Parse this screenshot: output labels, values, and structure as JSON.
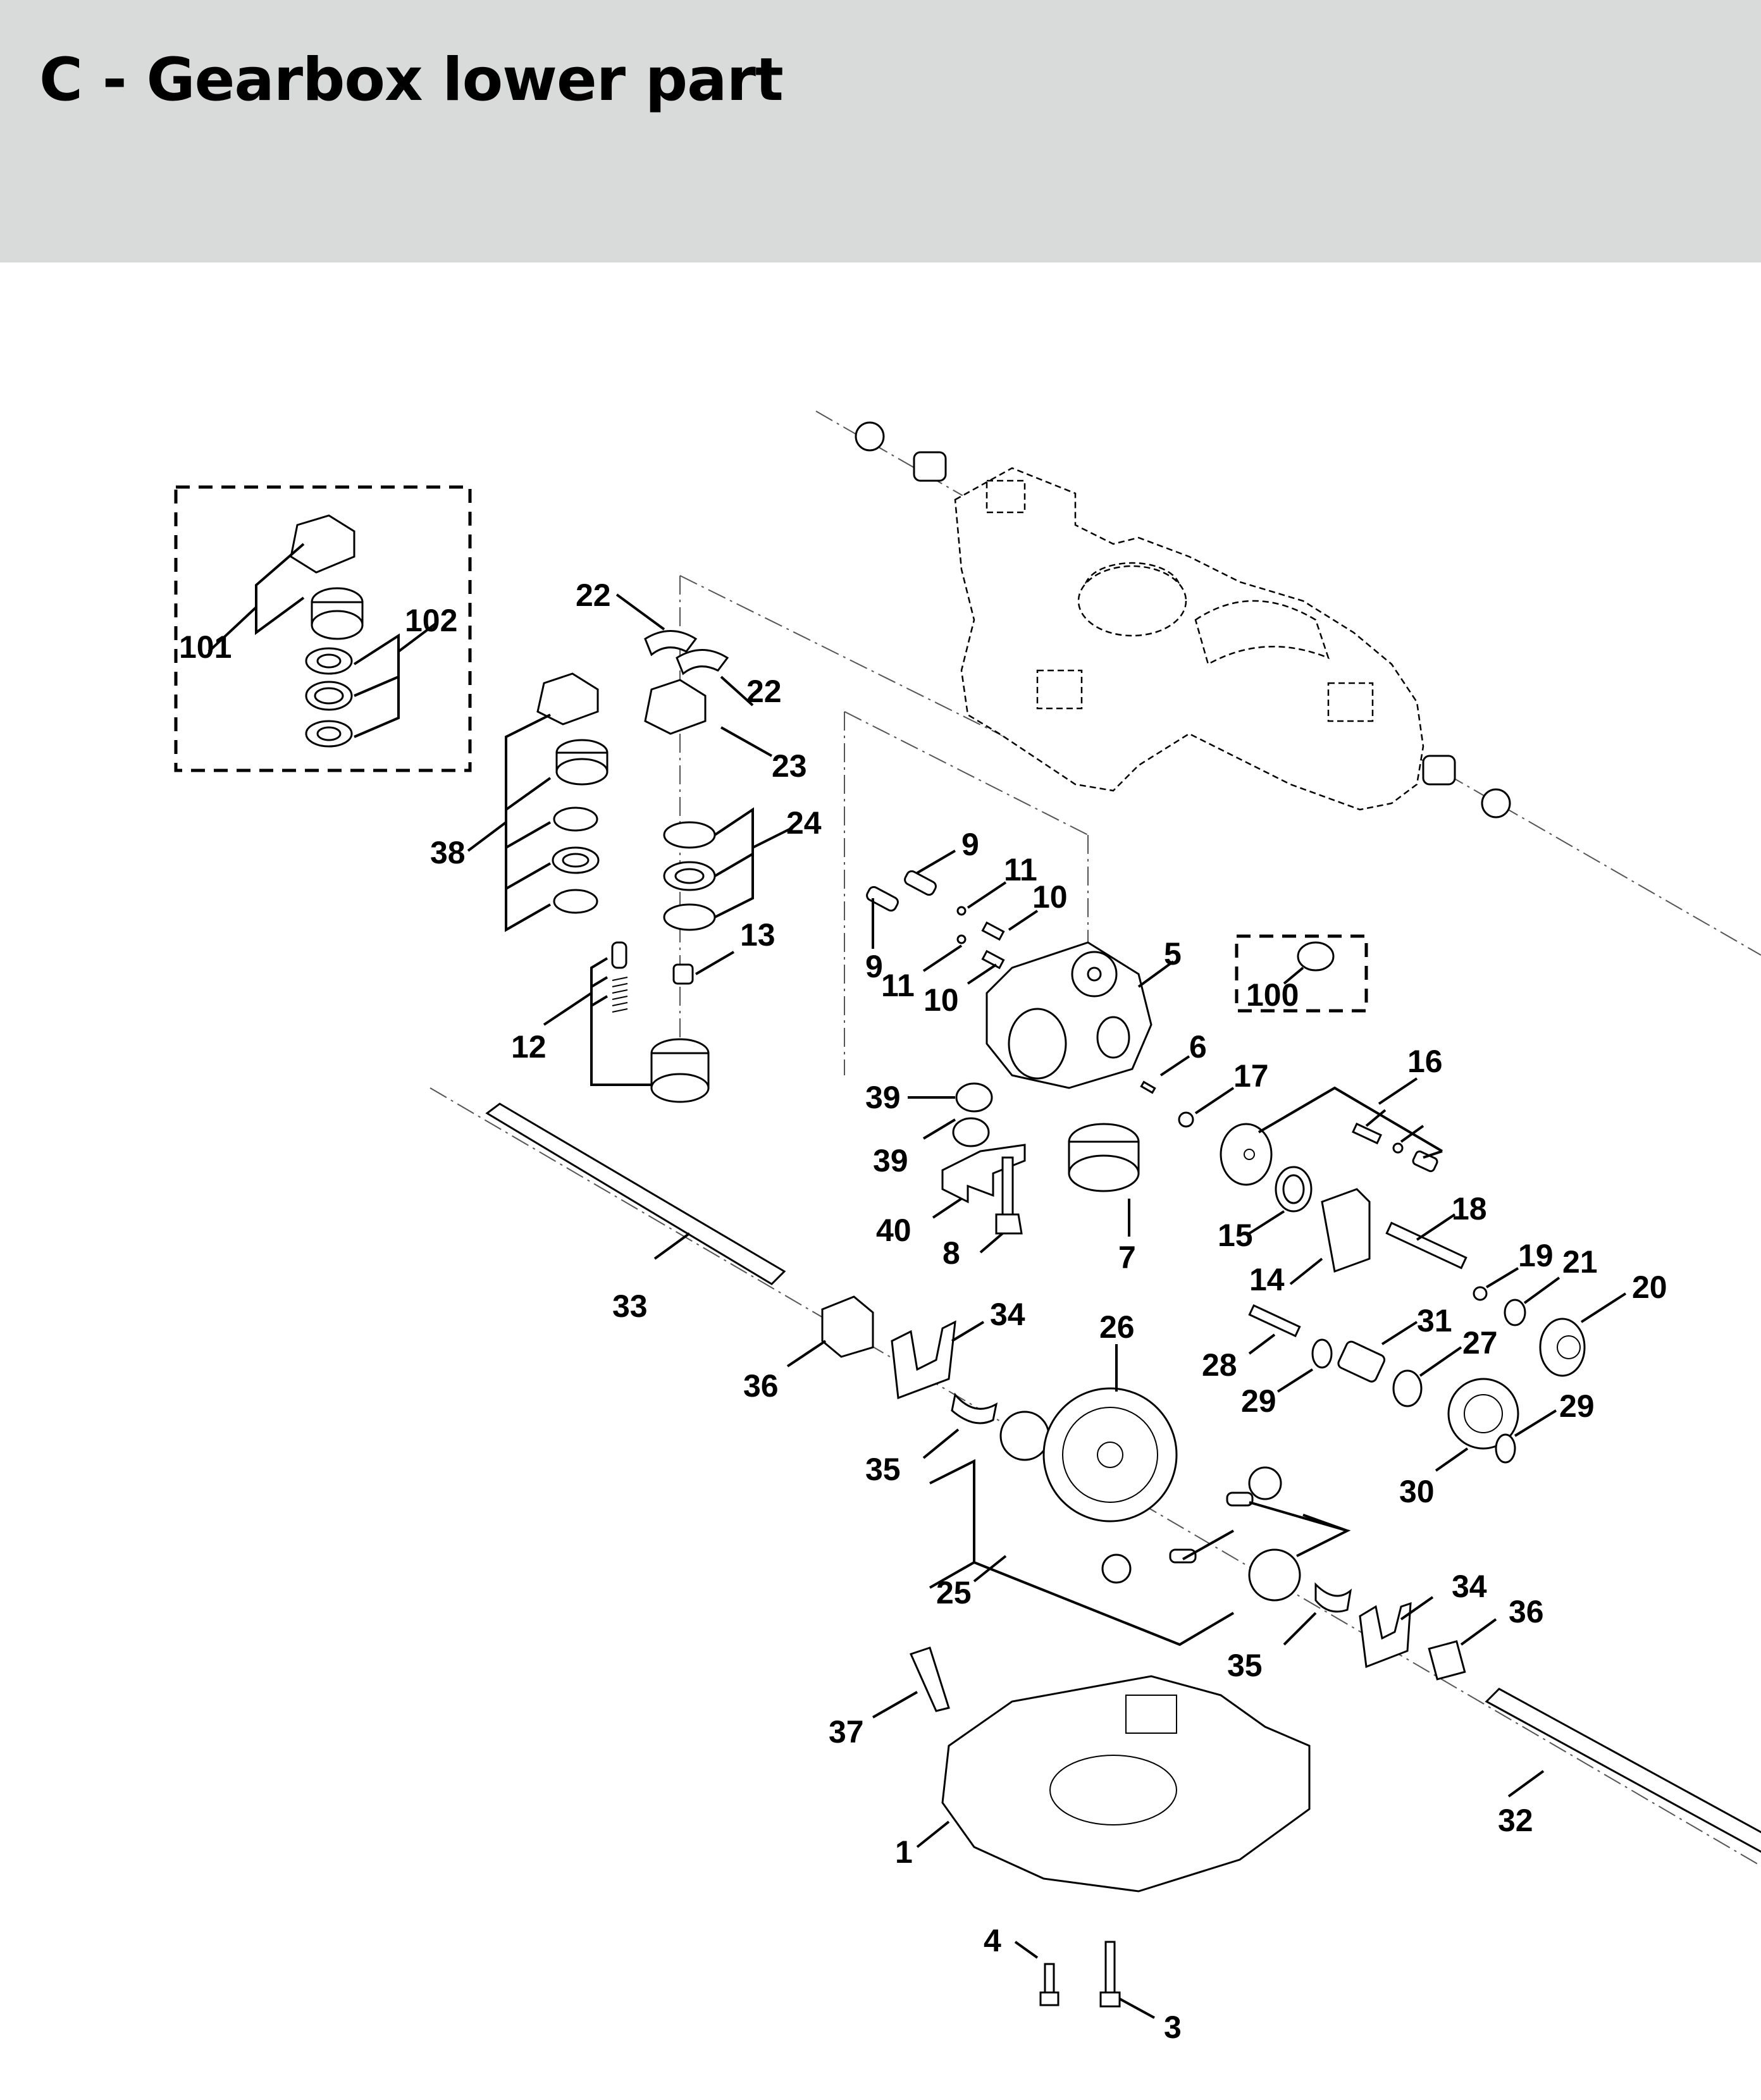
{
  "header": {
    "title": "C - Gearbox lower part",
    "background": "#d9dbda"
  },
  "diagram": {
    "type": "exploded-parts-view",
    "subject": "Gearbox lower part",
    "callouts": [
      {
        "id": "c101",
        "label": "101"
      },
      {
        "id": "c102",
        "label": "102"
      },
      {
        "id": "c22a",
        "label": "22"
      },
      {
        "id": "c22b",
        "label": "22"
      },
      {
        "id": "c23",
        "label": "23"
      },
      {
        "id": "c38",
        "label": "38"
      },
      {
        "id": "c24",
        "label": "24"
      },
      {
        "id": "c13",
        "label": "13"
      },
      {
        "id": "c12",
        "label": "12"
      },
      {
        "id": "c9a",
        "label": "9"
      },
      {
        "id": "c11a",
        "label": "11"
      },
      {
        "id": "c10a",
        "label": "10"
      },
      {
        "id": "c9b",
        "label": "9"
      },
      {
        "id": "c11b",
        "label": "11"
      },
      {
        "id": "c10b",
        "label": "10"
      },
      {
        "id": "c5",
        "label": "5"
      },
      {
        "id": "c100",
        "label": "100"
      },
      {
        "id": "c6",
        "label": "6"
      },
      {
        "id": "c17",
        "label": "17"
      },
      {
        "id": "c16",
        "label": "16"
      },
      {
        "id": "c39a",
        "label": "39"
      },
      {
        "id": "c39b",
        "label": "39"
      },
      {
        "id": "c40",
        "label": "40"
      },
      {
        "id": "c8",
        "label": "8"
      },
      {
        "id": "c7",
        "label": "7"
      },
      {
        "id": "c15",
        "label": "15"
      },
      {
        "id": "c14",
        "label": "14"
      },
      {
        "id": "c18",
        "label": "18"
      },
      {
        "id": "c19",
        "label": "19"
      },
      {
        "id": "c21",
        "label": "21"
      },
      {
        "id": "c20",
        "label": "20"
      },
      {
        "id": "c33",
        "label": "33"
      },
      {
        "id": "c34a",
        "label": "34"
      },
      {
        "id": "c26",
        "label": "26"
      },
      {
        "id": "c36a",
        "label": "36"
      },
      {
        "id": "c28",
        "label": "28"
      },
      {
        "id": "c31",
        "label": "31"
      },
      {
        "id": "c27",
        "label": "27"
      },
      {
        "id": "c29a",
        "label": "29"
      },
      {
        "id": "c29b",
        "label": "29"
      },
      {
        "id": "c35a",
        "label": "35"
      },
      {
        "id": "c30",
        "label": "30"
      },
      {
        "id": "c25",
        "label": "25"
      },
      {
        "id": "c34b",
        "label": "34"
      },
      {
        "id": "c36b",
        "label": "36"
      },
      {
        "id": "c35b",
        "label": "35"
      },
      {
        "id": "c37",
        "label": "37"
      },
      {
        "id": "c32",
        "label": "32"
      },
      {
        "id": "c1",
        "label": "1"
      },
      {
        "id": "c4",
        "label": "4"
      },
      {
        "id": "c3",
        "label": "3"
      }
    ]
  }
}
